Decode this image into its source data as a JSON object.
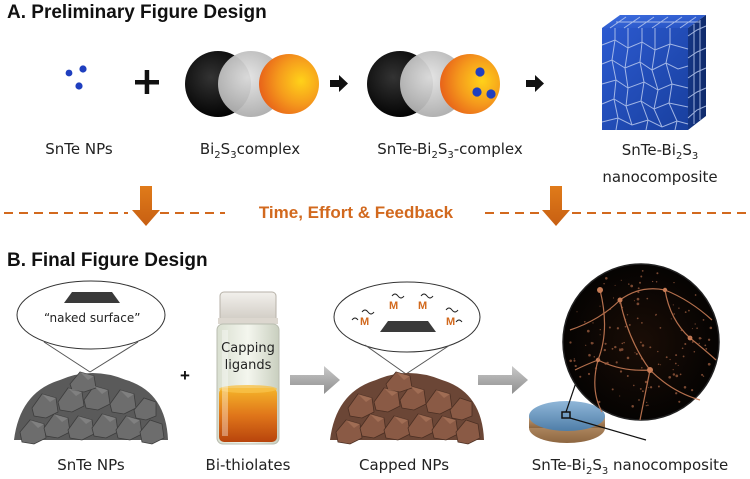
{
  "section_a": {
    "heading": "A.  Preliminary Figure Design",
    "label_snte_nps": "SnTe NPs",
    "label_bi2s3_complex": {
      "a": "Bi",
      "b": "2",
      "c": "S",
      "d": "3",
      "e": "complex"
    },
    "label_snte_bi2s3_complex": {
      "a": "SnTe-Bi",
      "b": "2",
      "c": "S",
      "d": "3",
      "e": "-complex"
    },
    "label_nanocomposite": {
      "a": "SnTe-Bi",
      "b": "2",
      "c": "S",
      "d": "3",
      "line2": "nanocomposite"
    },
    "plus": "+"
  },
  "middle": {
    "text": "Time, Effort & Feedback",
    "accent": "#d2691e"
  },
  "section_b": {
    "heading": "B.  Final Figure Design",
    "callout_naked": "“naked surface”",
    "vial_text_line1": "Capping",
    "vial_text_line2": "ligands",
    "plus": "+",
    "label_snte_nps": "SnTe NPs",
    "label_bi_thiolates": "Bi-thiolates",
    "label_capped_nps": "Capped NPs",
    "label_nanocomposite": {
      "a": "SnTe-Bi",
      "b": "2",
      "c": "S",
      "d": "3",
      "e": " nanocomposite"
    },
    "ligand_letter": "M"
  },
  "colors": {
    "dot_blue": "#1f3fbf",
    "orange": "#e07b1a",
    "black_circle": "#111111",
    "gray_circle": "#c9c9c9",
    "cube_blue": "#1e48b5"
  }
}
